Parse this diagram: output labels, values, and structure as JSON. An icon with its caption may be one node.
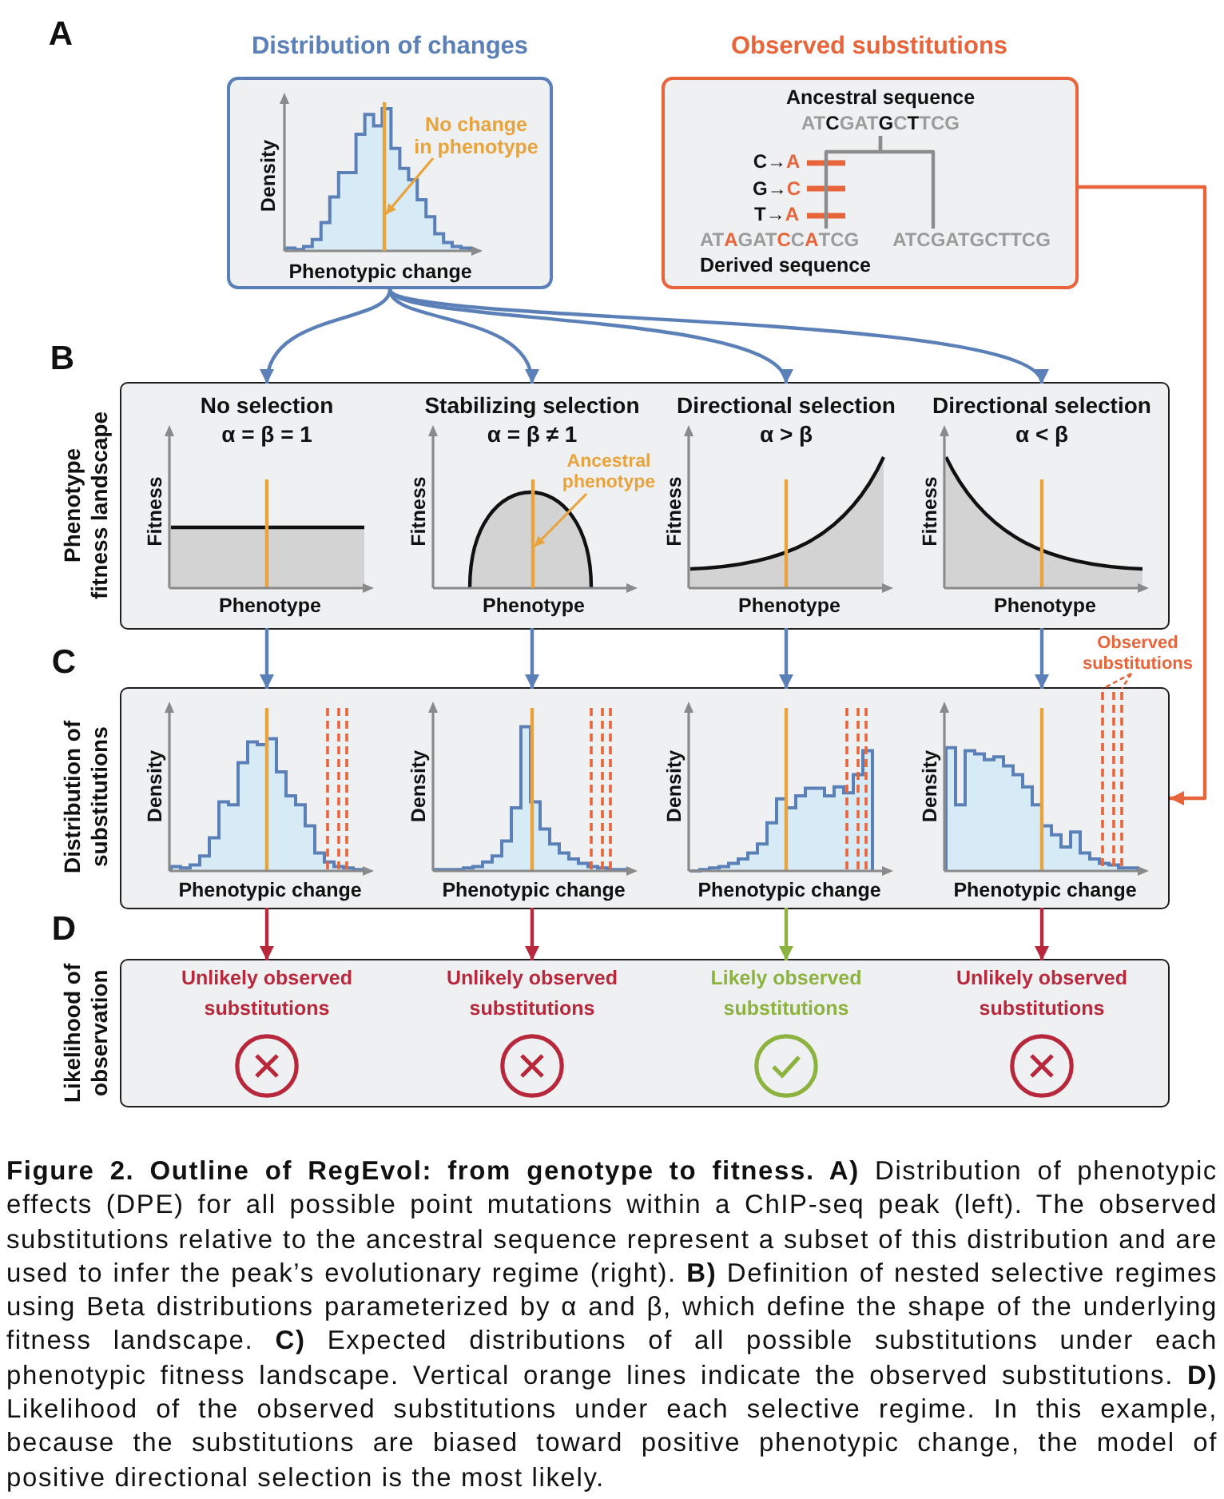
{
  "diagram": {
    "nodes": [
      {
        "text": [
          "Distribution of changes"
        ]
      },
      {
        "text": [
          "Density",
          "Phenotypic change"
        ],
        "in": 0
      },
      {
        "text": [],
        "shape": "line",
        "in": 1
      },
      {
        "text": [
          "No change in phenotype"
        ],
        "in": 0
      },
      {
        "text": [
          "Observed substitutions"
        ]
      },
      {
        "text": [
          "Ancestral sequence",
          "AT**C**GAT**G**C**T**TCG"
        ],
        "in": 4
      },
      {
        "text": [
          "AT**A**GAT**C**C**A**TCG",
          "Derived sequence"
        ],
        "in": 4
      },
      {
        "text": [
          "ATCGATGCTTCG"
        ],
        "in": 4
      },
      {
        "text": [
          "Phenotype fitness landscape"
        ]
      },
      {
        "text": [
          "No selection",
          "α = β = 1",
          "Fitness",
          "Phenotype"
        ],
        "in": 8
      },
      {
        "text": [
          "Stabilizing selection",
          "α = β ≠ 1",
          "Fitness",
          "Phenotype"
        ],
        "in": 8
      },
      {
        "text": [],
        "shape": "line",
        "in": 10
      },
      {
        "text": [
          "Ancestral phenotype"
        ],
        "in": 10
      },
      {
        "text": [
          "Directional selection",
          "α > β",
          "Fitness",
          "Phenotype"
        ],
        "in": 8
      },
      {
        "text": [
          "Directional selection",
          "α < β",
          "Fitness",
          "Phenotype"
        ],
        "in": 8
      },
      {
        "text": [
          "Distribution of substitutions"
        ]
      },
      {
        "text": [
          "Density",
          "Phenotypic change"
        ],
        "in": 15
      },
      {
        "text": [
          "Density",
          "Phenotypic change"
        ],
        "in": 15
      },
      {
        "text": [
          "Density",
          "Phenotypic change"
        ],
        "in": 15
      },
      {
        "text": [
          "Density",
          "Phenotypic change"
        ],
        "in": 15
      },
      {
        "text": [
          "Observed substitutions"
        ]
      },
      {
        "text": [
          "Likelihood of observation"
        ]
      },
      {
        "text": [
          "Unlikely observed substitutions"
        ],
        "in": 21
      },
      {
        "text": [
          "Unlikely observed substitutions"
        ],
        "in": 21
      },
      {
        "text": [
          "Likely observed substitutions"
        ],
        "in": 21
      },
      {
        "text": [
          "Unlikely observed substitutions"
        ],
        "in": 21
      }
    ],
    "edges": [
      {
        "from": 3,
        "to": 2,
        "arrow": "to",
        "color": "#e8a33d"
      },
      {
        "from": 5,
        "to": 6,
        "arrow": "none",
        "color": "#8c8c8c"
      },
      {
        "from": 5,
        "to": 7,
        "arrow": "none",
        "color": "#8c8c8c"
      },
      {
        "from": 0,
        "to": 9,
        "arrow": "to"
      },
      {
        "from": 0,
        "to": 10,
        "arrow": "to"
      },
      {
        "from": 0,
        "to": 13,
        "arrow": "to"
      },
      {
        "from": 0,
        "to": 14,
        "arrow": "to"
      },
      {
        "from": 12,
        "to": 11,
        "arrow": "to",
        "color": "#e8a33d"
      },
      {
        "from": 9,
        "to": 16,
        "arrow": "to"
      },
      {
        "from": 10,
        "to": 17,
        "arrow": "to"
      },
      {
        "from": 13,
        "to": 18,
        "arrow": "to"
      },
      {
        "from": 14,
        "to": 19,
        "arrow": "to"
      },
      {
        "from": 20,
        "to": 19,
        "arrow": "none",
        "style": "dashed",
        "color": "#e8643a"
      },
      {
        "from": 4,
        "to": 15,
        "arrow": "to",
        "color": "#e8643a"
      },
      {
        "from": 16,
        "to": 22,
        "arrow": "to",
        "color": "#b8283c"
      },
      {
        "from": 17,
        "to": 23,
        "arrow": "to",
        "color": "#b8283c"
      },
      {
        "from": 18,
        "to": 24,
        "arrow": "to",
        "color": "#8cb33f"
      },
      {
        "from": 19,
        "to": 25,
        "arrow": "to",
        "color": "#b8283c"
      }
    ],
    "labels": [
      "A",
      "C→**A**",
      "G→**C**",
      "T→**A**",
      "B",
      "C",
      "D"
    ],
    "caption": "**Figure 2. Outline of RegEvol: from genotype to fitness. A)** Distribution of phenotypic effects (DPE) for all possible point mutations within a ChIP-seq peak (left). The observed substitutions relative to the ancestral sequence represent a subset of this distribution and are used to infer the peak’s evolutionary regime (right). **B)** Definition of nested selective regimes using Beta distributions parameterized by α and β, which define the shape of the underlying fitness landscape. **C)** Expected distributions of all possible substitutions under each phenotypic fitness landscape. Vertical orange lines indicate the observed substitutions. **D)** Likelihood of the observed substitutions under each selective regime. In this example, because the substitutions are biased toward positive phenotypic change, the model of positive directional selection is the most likely."
  }
}
